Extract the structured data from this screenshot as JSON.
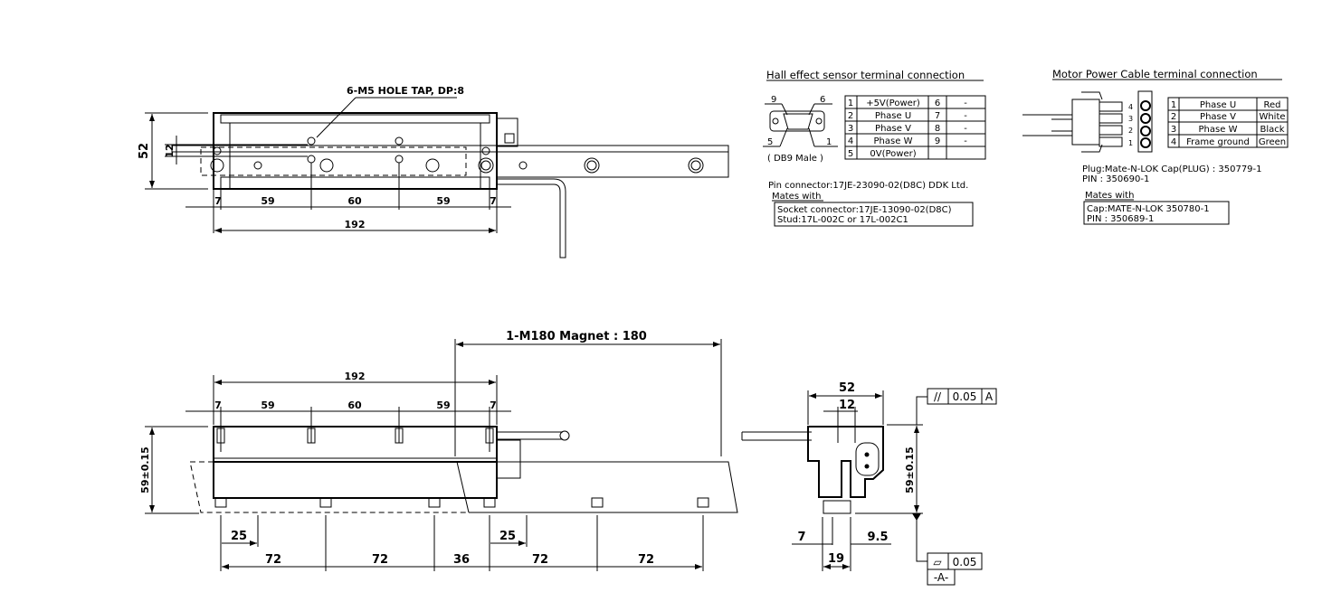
{
  "top_view": {
    "hole_note": "6-M5 HOLE TAP, DP:8",
    "dim_height": "52",
    "dim_rail": "12",
    "dims_pitch": [
      "7",
      "59",
      "60",
      "59",
      "7"
    ],
    "dim_length": "192"
  },
  "front_view": {
    "magnet_note": "1-M180 Magnet : 180",
    "dim_length": "192",
    "dims_pitch": [
      "7",
      "59",
      "60",
      "59",
      "7"
    ],
    "dim_height": "59±0.15",
    "dims_offset": [
      "25",
      "25"
    ],
    "dims_magnet_pitch": [
      "72",
      "72",
      "36",
      "72",
      "72"
    ]
  },
  "side_view": {
    "dim_width": "52",
    "dim_inner": "12",
    "dim_height": "59±0.15",
    "dim_left": "7",
    "dim_right": "9.5",
    "dim_base": "19",
    "parallelism": {
      "symbol": "//",
      "value": "0.05",
      "datum": "A"
    },
    "flatness": {
      "symbol": "▱",
      "value": "0.05",
      "datum_label": "-A-"
    }
  },
  "hall_sensor": {
    "title": "Hall effect sensor terminal connection",
    "connector_pins": [
      "9",
      "6",
      "5",
      "1"
    ],
    "connector_label": "( DB9 Male )",
    "rows": [
      {
        "pin": "1",
        "signal": "+5V(Power)",
        "pin2": "6",
        "signal2": "-"
      },
      {
        "pin": "2",
        "signal": "Phase U",
        "pin2": "7",
        "signal2": "-"
      },
      {
        "pin": "3",
        "signal": "Phase V",
        "pin2": "8",
        "signal2": "-"
      },
      {
        "pin": "4",
        "signal": "Phase W",
        "pin2": "9",
        "signal2": "-"
      },
      {
        "pin": "5",
        "signal": "0V(Power)",
        "pin2": "",
        "signal2": ""
      }
    ],
    "pin_connector": "Pin connector:17JE-23090-02(D8C) DDK Ltd.",
    "mates_with": "Mates with",
    "socket": "Socket connector:17JE-13090-02(D8C)",
    "stud": "Stud:17L-002C or 17L-002C1"
  },
  "motor_power": {
    "title": "Motor Power Cable terminal connection",
    "pin_numbers": [
      "4",
      "3",
      "2",
      "1"
    ],
    "rows": [
      {
        "pin": "1",
        "signal": "Phase U",
        "color": "Red"
      },
      {
        "pin": "2",
        "signal": "Phase V",
        "color": "White"
      },
      {
        "pin": "3",
        "signal": "Phase W",
        "color": "Black"
      },
      {
        "pin": "4",
        "signal": "Frame ground",
        "color": "Green"
      }
    ],
    "plug": "Plug:Mate-N-LOK Cap(PLUG) : 350779-1",
    "plug_pin": "PIN : 350690-1",
    "mates_with": "Mates with",
    "cap": "Cap:MATE-N-LOK 350780-1",
    "cap_pin": "PIN : 350689-1"
  }
}
